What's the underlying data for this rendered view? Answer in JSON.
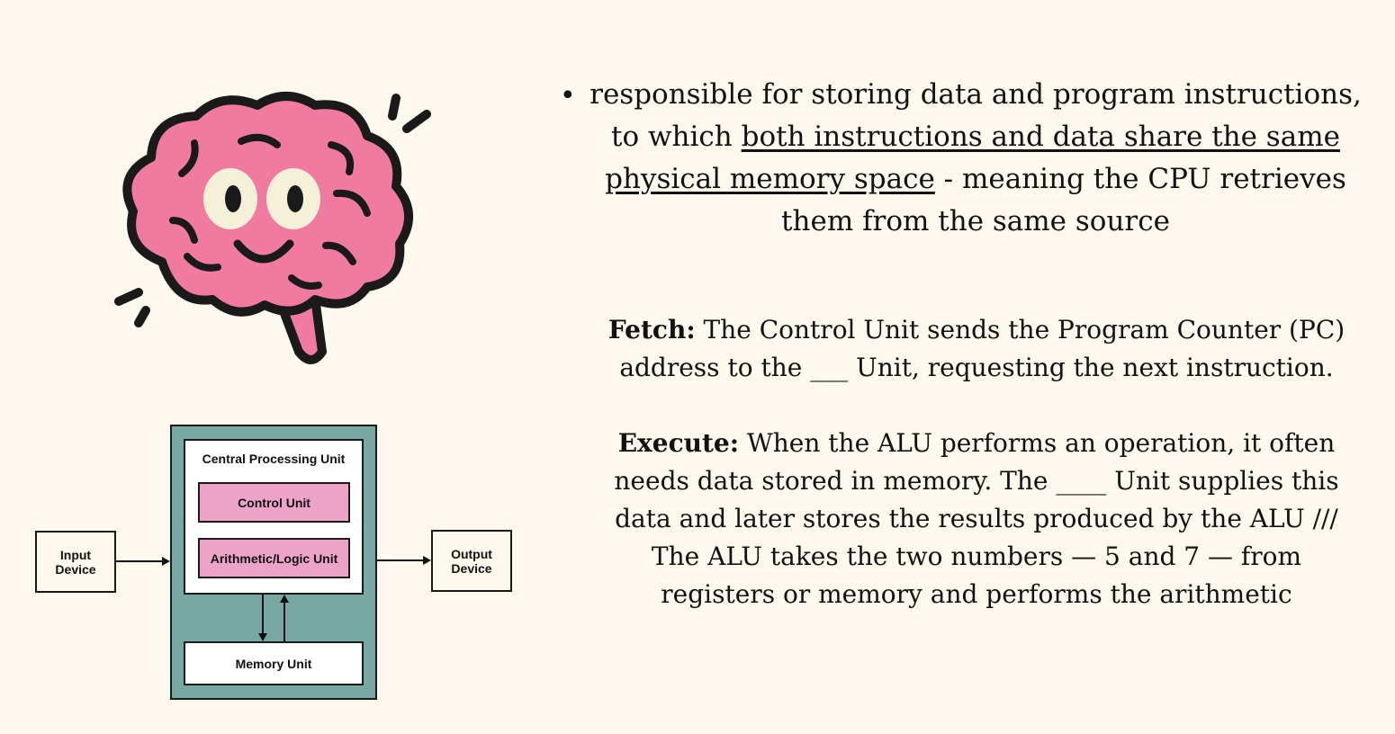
{
  "bullet": {
    "part1": "responsible for storing data and program instructions, to which ",
    "underlined": "both instructions and data share the same physical memory space",
    "part2": " - meaning the CPU retrieves them from the same source"
  },
  "fetch": {
    "label": "Fetch:",
    "text": " The Control Unit sends the Program Counter (PC) address to the ___ Unit, requesting the next instruction."
  },
  "execute": {
    "label": "Execute:",
    "text": " When the ALU performs an operation, it often needs data stored in memory. The ____ Unit supplies this data and later stores the results produced by the ALU /// The ALU takes the two numbers — 5 and 7 — from registers or memory and performs the arithmetic"
  },
  "diagram": {
    "input_device": "Input Device",
    "output_device": "Output Device",
    "cpu_label": "Central Processing Unit",
    "control_unit": "Control Unit",
    "alu": "Arithmetic/Logic Unit",
    "memory_unit": "Memory Unit"
  },
  "colors": {
    "background": "#fdf9ee",
    "brain_pink": "#f07aa0",
    "eye": "#f4f1d8",
    "cpu_teal": "#78a8a4",
    "unit_pink": "#eda3c8"
  },
  "icons": [
    "brain-mascot-icon"
  ]
}
